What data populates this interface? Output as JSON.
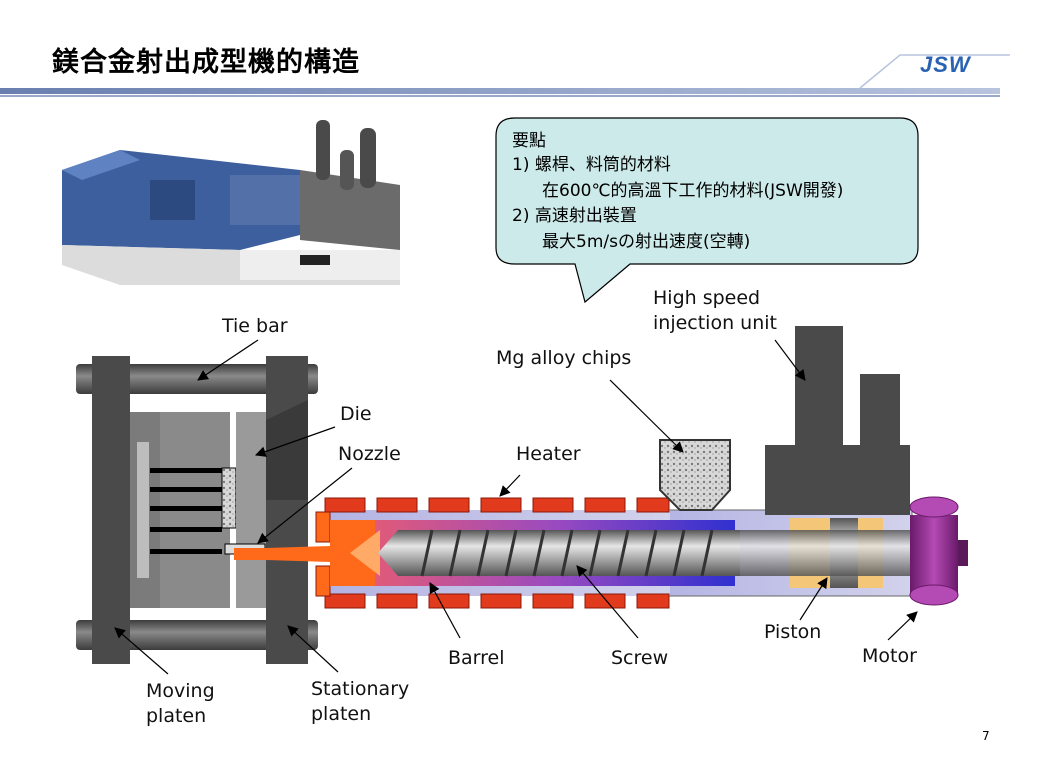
{
  "slide": {
    "title": "鎂合金射出成型機的構造",
    "logo": "JSW",
    "page_number": "7"
  },
  "callout": {
    "lines": [
      "要點",
      "1) 螺桿、料筒的材料",
      "在600℃的高溫下工作的材料(JSW開發)",
      "2) 高速射出裝置",
      "最大5m/sの射出速度(空轉)"
    ]
  },
  "labels": {
    "tie_bar": "Tie bar",
    "die": "Die",
    "nozzle": "Nozzle",
    "heater": "Heater",
    "mg_alloy_chips": "Mg alloy chips",
    "high_speed_1": "High speed",
    "high_speed_2": "injection  unit",
    "barrel": "Barrel",
    "screw": "Screw",
    "piston": "Piston",
    "motor": "Motor",
    "moving_1": "Moving",
    "moving_2": "platen",
    "stationary_1": "Stationary",
    "stationary_2": "platen"
  },
  "colors": {
    "accent_blue": "#2a62b3",
    "callout_fill": "#cdeaea",
    "heater_red": "#e23a1c",
    "molten_orange": "#ff6a1a",
    "motor_purple": "#9a2a9a",
    "piston_yellow": "#f3c777"
  }
}
